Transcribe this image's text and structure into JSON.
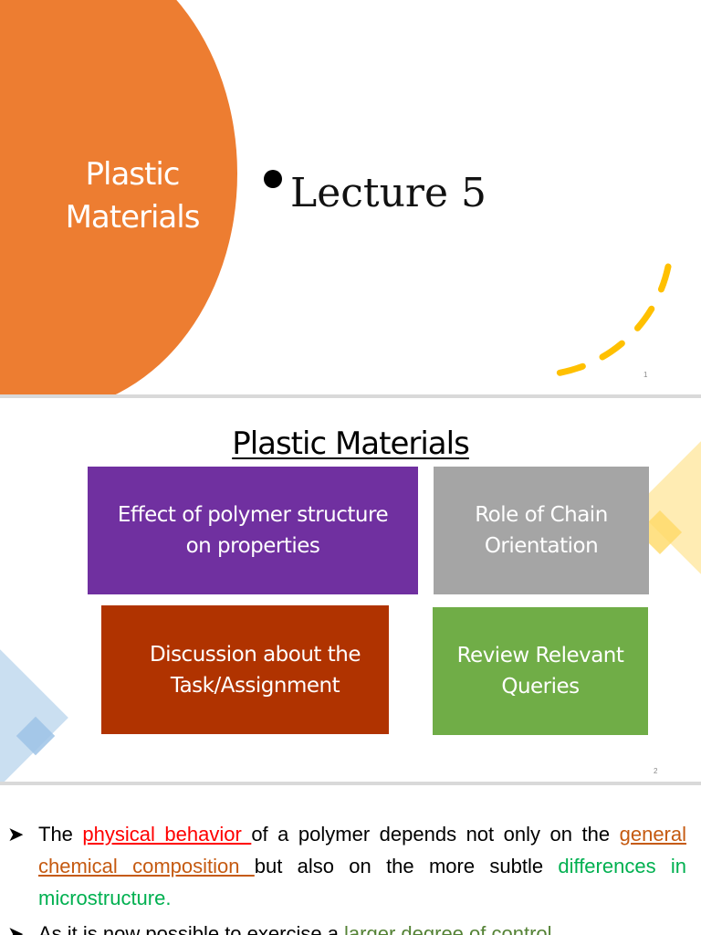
{
  "slide1": {
    "title_line1": "Plastic",
    "title_line2": "Materials",
    "lecture": "Lecture 5",
    "page_number": "1",
    "colors": {
      "circle": "#ed7d31",
      "arc": "#ffc000"
    }
  },
  "slide2": {
    "title": "Plastic Materials",
    "boxes": [
      {
        "line1": "Effect of polymer structure",
        "line2": "on properties",
        "color": "#7030a0"
      },
      {
        "line1": "Role of Chain",
        "line2": "Orientation",
        "color": "#a5a5a5"
      },
      {
        "line1": "Discussion about the",
        "line2": "Task/Assignment",
        "color": "#b03300"
      },
      {
        "line1": "Review Relevant",
        "line2": "Queries",
        "color": "#70ad47"
      }
    ],
    "page_number": "2"
  },
  "slide3": {
    "bullet1": {
      "t1": "The ",
      "t2": "physical behavior ",
      "t3": "of a polymer depends not only on the ",
      "t4": "general chemical composition ",
      "t5": "but also on the more subtle ",
      "t6": "differences in microstructure."
    },
    "bullet2": {
      "t1": "As it is now possible to exercise a ",
      "t2": "larger degree of control"
    },
    "bullet_icon": "arrow-bullet-icon"
  }
}
